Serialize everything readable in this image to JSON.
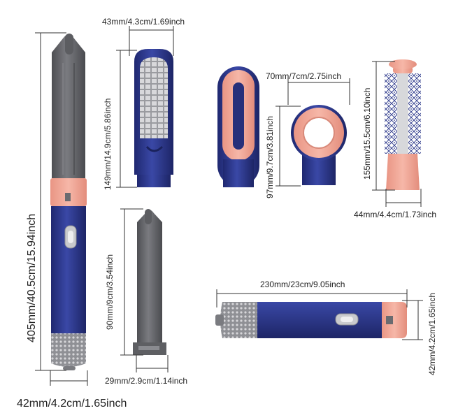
{
  "colors": {
    "body_blue": "#2e3a8c",
    "accent_pink": "#f3a999",
    "grey": "#66676b",
    "mesh_silver": "#b9b9bc"
  },
  "dimensions": {
    "main_body_height": "405mm/40.5cm/15.94inch",
    "main_body_width": "42mm/4.2cm/1.65inch",
    "brush_width": "43mm/4.3cm/1.69inch",
    "brush_height": "149mm/14.9cm/5.86inch",
    "dryer_width": "70mm/7cm/2.75inch",
    "dryer_height": "97mm/9.7cm/3.81inch",
    "round_brush_height": "155mm/15.5cm/6.10inch",
    "round_brush_width": "44mm/4.4cm/1.73inch",
    "barrel_height": "90mm/9cm/3.54inch",
    "barrel_width": "29mm/2.9cm/1.14inch",
    "handle_length": "230mm/23cm/9.05inch",
    "handle_diameter": "42mm/4.2cm/1.65inch"
  }
}
